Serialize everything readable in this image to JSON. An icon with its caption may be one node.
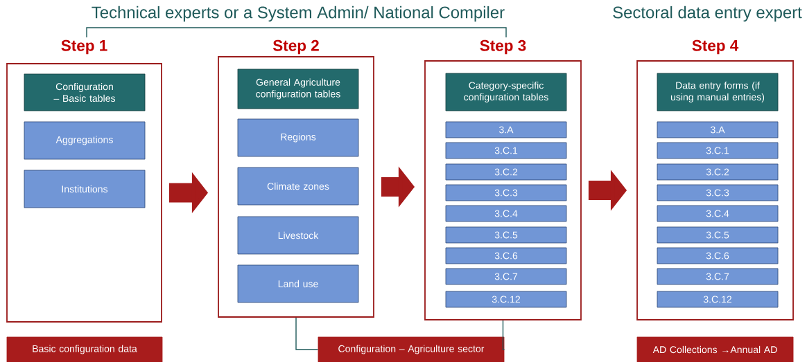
{
  "diagram": {
    "nodes": [
      {
        "text": [
          "Step 1"
        ]
      },
      {
        "text": [
          "Configuration – Basic tables"
        ],
        "in": 0
      },
      {
        "text": [
          "Aggregations"
        ],
        "in": 0
      },
      {
        "text": [
          "Institutions"
        ],
        "in": 0
      },
      {
        "text": [
          "Step 2"
        ]
      },
      {
        "text": [
          "General Agriculture configuration tables"
        ],
        "in": 4
      },
      {
        "text": [
          "Regions"
        ],
        "in": 4
      },
      {
        "text": [
          "Climate zones"
        ],
        "in": 4
      },
      {
        "text": [
          "Livestock"
        ],
        "in": 4
      },
      {
        "text": [
          "Land use"
        ],
        "in": 4
      },
      {
        "text": [
          "Step 3"
        ]
      },
      {
        "text": [
          "Category-specific configuration tables"
        ],
        "in": 10
      },
      {
        "text": [
          "3.A"
        ],
        "in": 10
      },
      {
        "text": [
          "3.C.1"
        ],
        "in": 10
      },
      {
        "text": [
          "3.C.2"
        ],
        "in": 10
      },
      {
        "text": [
          "3.C.3"
        ],
        "in": 10
      },
      {
        "text": [
          "3.C.4"
        ],
        "in": 10
      },
      {
        "text": [
          "3.C.5"
        ],
        "in": 10
      },
      {
        "text": [
          "3.C.6"
        ],
        "in": 10
      },
      {
        "text": [
          "3.C.7"
        ],
        "in": 10
      },
      {
        "text": [
          "3.C.12"
        ],
        "in": 10
      },
      {
        "text": [
          "Step 4"
        ]
      },
      {
        "text": [
          "Data entry forms (if using manual entries)"
        ],
        "in": 21
      },
      {
        "text": [
          "3.A"
        ],
        "in": 21
      },
      {
        "text": [
          "3.C.1"
        ],
        "in": 21
      },
      {
        "text": [
          "3.C.2"
        ],
        "in": 21
      },
      {
        "text": [
          "3.C.3"
        ],
        "in": 21
      },
      {
        "text": [
          "3.C.4"
        ],
        "in": 21
      },
      {
        "text": [
          "3.C.5"
        ],
        "in": 21
      },
      {
        "text": [
          "3.C.6"
        ],
        "in": 21
      },
      {
        "text": [
          "3.C.7"
        ],
        "in": 21
      },
      {
        "text": [
          "3.C.12"
        ],
        "in": 21
      },
      {
        "text": [
          "Basic configuration data"
        ]
      },
      {
        "text": [
          "Configuration – Agriculture sector"
        ]
      },
      {
        "text": [
          "AD Collections →Annual AD"
        ]
      }
    ],
    "edges": [
      {
        "from": 0,
        "to": 4,
        "arrow": "to"
      },
      {
        "from": 4,
        "to": 10,
        "arrow": "to"
      },
      {
        "from": 10,
        "to": 21,
        "arrow": "to"
      },
      {
        "from": 33,
        "to": 4,
        "arrow": "none",
        "color": "#1f5a5a"
      },
      {
        "from": 33,
        "to": 10,
        "arrow": "none",
        "color": "#1f5a5a"
      }
    ],
    "labels": [
      "Technical experts or a System Admin/ National Compiler",
      "Sectoral data entry expert"
    ]
  }
}
